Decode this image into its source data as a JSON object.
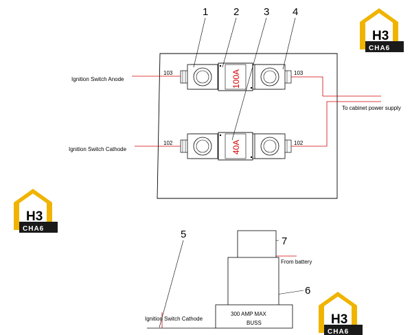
{
  "callouts": [
    "1",
    "2",
    "3",
    "4",
    "5",
    "6",
    "7"
  ],
  "labels": {
    "anode": "Ignition Switch Anode",
    "cathode": "Ignition Switch Cathode",
    "cabinet": "To cabinet power supply",
    "wire_103_left": "103",
    "wire_103_right": "103",
    "wire_102_left": "102",
    "wire_102_right": "102",
    "from_battery": "From battery",
    "cathode_bottom": "Ignition Switch Cathode",
    "buss_rating": "300 AMP MAX",
    "buss": "BUSS"
  },
  "fuses": {
    "top": "100A",
    "bottom": "40A"
  },
  "logo": {
    "main": "H3",
    "sub": "CHA6"
  },
  "colors": {
    "wire": "#d40000",
    "logo_yellow": "#f0b400",
    "logo_dark": "#1a1a1a"
  }
}
